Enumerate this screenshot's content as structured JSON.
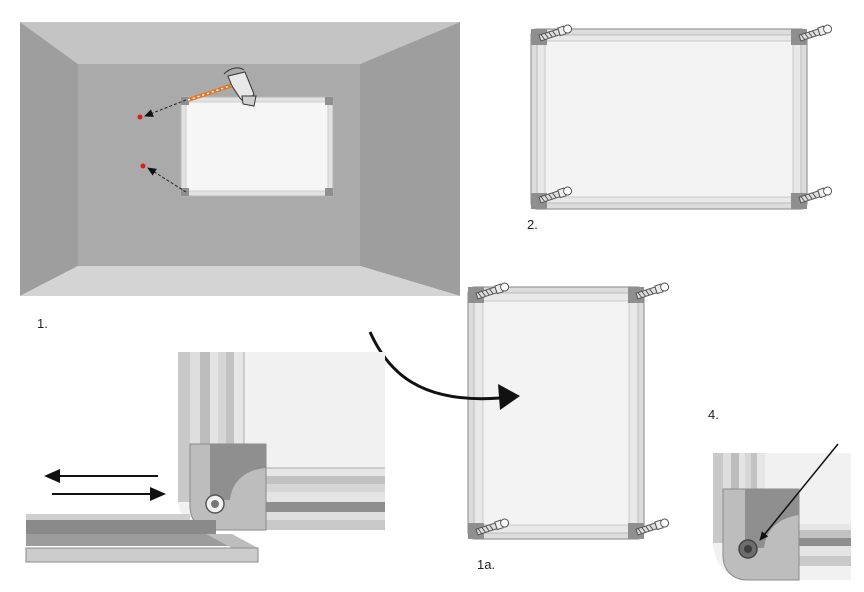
{
  "steps": {
    "step1": "1.",
    "step1a": "1a.",
    "step2": "2.",
    "step4": "4."
  },
  "colors": {
    "wall_back": "#aaaaaa",
    "wall_side": "#9e9e9e",
    "ceiling": "#c4c4c4",
    "floor": "#d4d4d4",
    "board_surface": "#f3f3f3",
    "frame": "#c9c9c9",
    "corner_cap": "#8f8f8f",
    "drill_bit": "#e0782a",
    "mark_dot": "#d62020",
    "arrow": "#111111"
  }
}
